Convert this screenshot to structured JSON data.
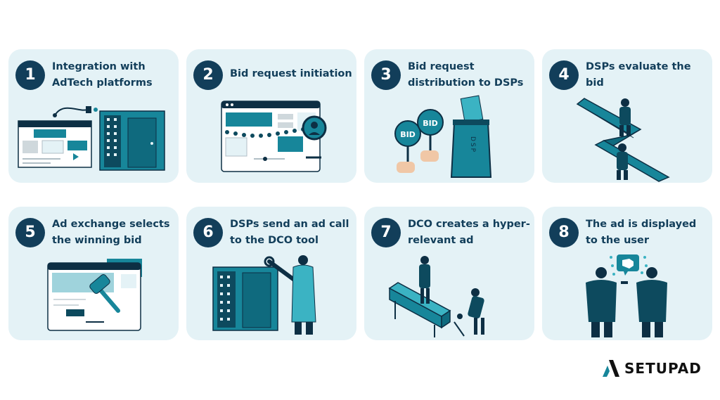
{
  "steps": [
    {
      "number": "1",
      "title": "Integration with AdTech platforms"
    },
    {
      "number": "2",
      "title": "Bid request initiation"
    },
    {
      "number": "3",
      "title": "Bid request distribution to DSPs"
    },
    {
      "number": "4",
      "title": "DSPs evaluate the bid"
    },
    {
      "number": "5",
      "title": "Ad exchange selects the winning bid"
    },
    {
      "number": "6",
      "title": "DSPs send an ad call to the DCO tool"
    },
    {
      "number": "7",
      "title": "DCO creates a hyper-relevant ad"
    },
    {
      "number": "8",
      "title": "The ad is displayed to the user"
    }
  ],
  "illustration_text": {
    "bid_sign": "BID",
    "dsp_box": "DSP"
  },
  "brand": {
    "name": "SETUPAD"
  },
  "colors": {
    "card_bg": "#e4f2f6",
    "navy": "#123e5a",
    "teal": "#17869a",
    "dark_teal": "#0d4a5e"
  }
}
